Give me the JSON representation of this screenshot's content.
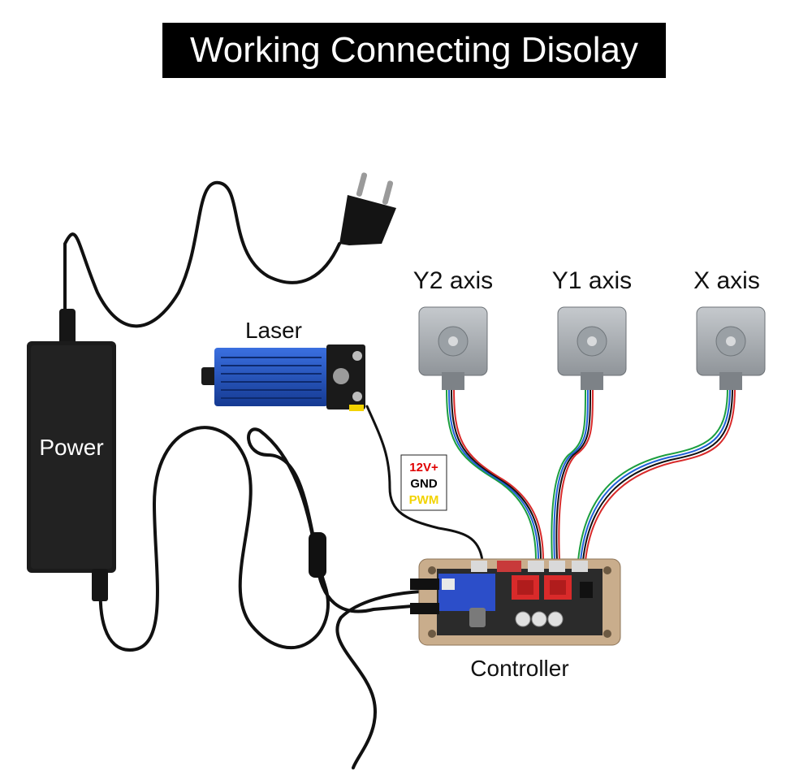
{
  "title": "Working Connecting Disolay",
  "labels": {
    "power": "Power",
    "laser": "Laser",
    "y2": "Y2 axis",
    "y1": "Y1 axis",
    "x": "X axis",
    "controller": "Controller"
  },
  "laser_pins": {
    "v12": "12V+",
    "gnd": "GND",
    "pwm": "PWM"
  },
  "colors": {
    "pin_12v": "#e00000",
    "pin_gnd": "#000000",
    "pin_pwm": "#f2d300",
    "laser_body": "#1f4fb8",
    "motor_body": "#a9adb2",
    "controller_body": "#c9ad8c",
    "driver_red": "#d92a2a"
  }
}
